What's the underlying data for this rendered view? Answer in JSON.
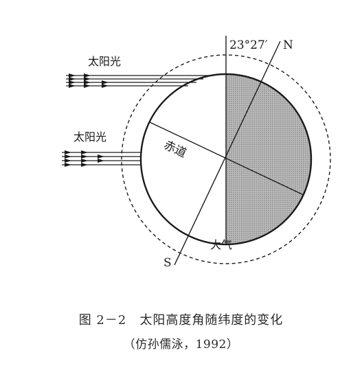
{
  "figure": {
    "angle_label": "23°27′",
    "north_label": "N",
    "south_label": "S",
    "sunlight_label_upper": "太阳光",
    "sunlight_label_lower": "太阳光",
    "equator_label": "赤道",
    "atmosphere_label": "大气",
    "colors": {
      "line": "#1a1a1a",
      "night_shade": "#9a9a9a",
      "background": "#ffffff"
    }
  },
  "caption": {
    "title": "图 2－2　太阳高度角随纬度的变化",
    "source": "（仿孙儒泳，1992）"
  }
}
